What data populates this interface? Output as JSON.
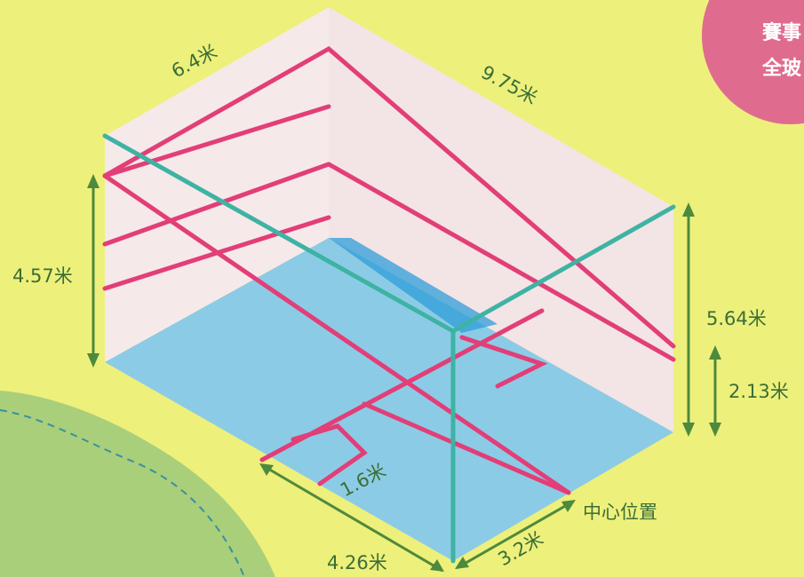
{
  "labels": {
    "front_wall_width": "6.4米",
    "court_length": "9.75米",
    "back_wall_height": "4.57米",
    "front_wall_height": "5.64米",
    "service_line_height": "2.13米",
    "service_box_size": "1.6米",
    "back_court_length": "4.26米",
    "half_width": "3.2米",
    "center_position": "中心位置"
  },
  "corner_badge": {
    "line1": "賽事",
    "line2": "全玻"
  },
  "colors": {
    "background": "#eef07c",
    "floor": "#8ccbe6",
    "floor_shadow": "#2f9ed8",
    "wall": "#f6e9ea",
    "court_lines": "#e23e77",
    "glass_edges": "#3eb3a3",
    "dimension_arrows": "#4e8a3c",
    "badge": "#df6c8e",
    "grass": "#a9cf7a"
  }
}
